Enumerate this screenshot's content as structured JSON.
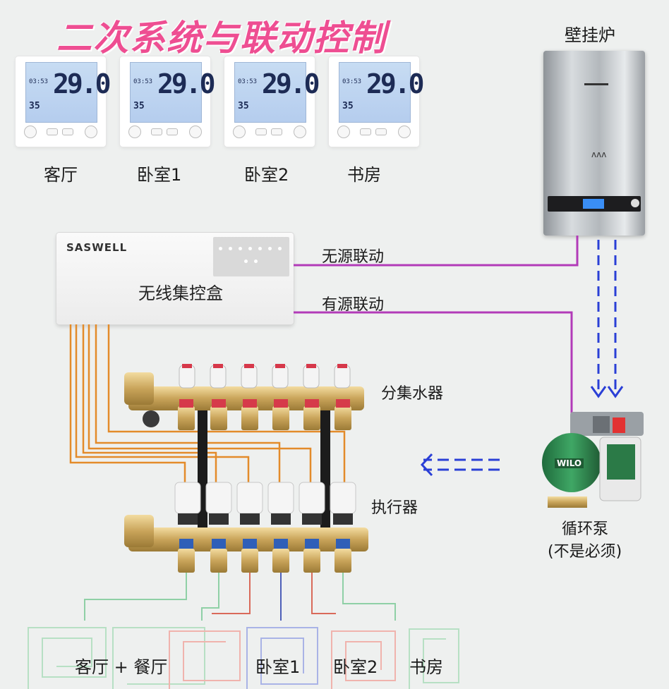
{
  "title": "二次系统与联动控制",
  "thermostats": [
    {
      "label": "客厅",
      "temp": "29.0",
      "time": "03:53",
      "humidity": "35"
    },
    {
      "label": "卧室1",
      "temp": "29.0",
      "time": "03:53",
      "humidity": "35"
    },
    {
      "label": "卧室2",
      "temp": "29.0",
      "time": "03:53",
      "humidity": "35"
    },
    {
      "label": "书房",
      "temp": "29.0",
      "time": "03:53",
      "humidity": "35"
    }
  ],
  "boiler": {
    "label": "壁挂炉"
  },
  "control_box": {
    "brand": "SASWELL",
    "name": "无线集控盒"
  },
  "links": {
    "passive": "无源联动",
    "active": "有源联动"
  },
  "manifold": {
    "label": "分集水器"
  },
  "actuator": {
    "label": "执行器"
  },
  "pump": {
    "label": "循环泵",
    "note": "(不是必须)",
    "brand": "WILO"
  },
  "zones": [
    "客厅 + 餐厅",
    "卧室1",
    "卧室2",
    "书房"
  ],
  "colors": {
    "title": "#ee4e92",
    "link_wire": "#b23bb8",
    "signal_wire": "#e38b2a",
    "flow_arrow": "#2a3fd6"
  }
}
